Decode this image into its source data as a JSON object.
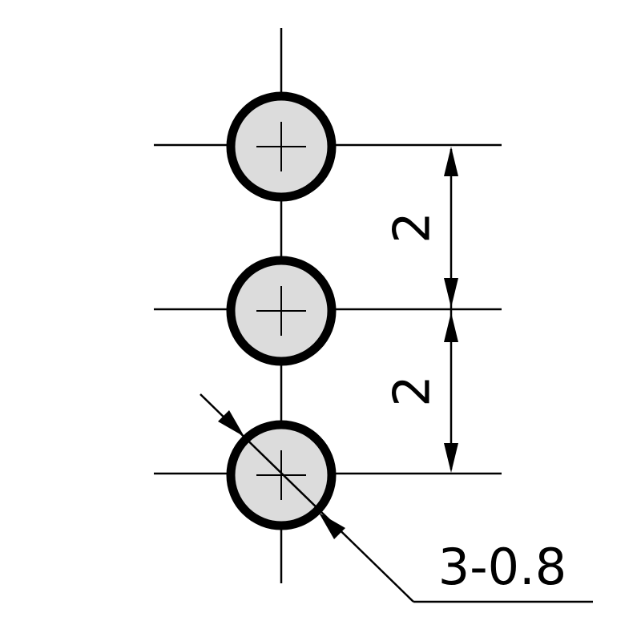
{
  "drawing": {
    "pitch_top": "2",
    "pitch_bottom": "2",
    "hole_callout": "3-0.8",
    "hole_count": 3,
    "colors": {
      "line": "#000000",
      "hole_fill": "#dcdcdc",
      "background": "#ffffff"
    }
  }
}
